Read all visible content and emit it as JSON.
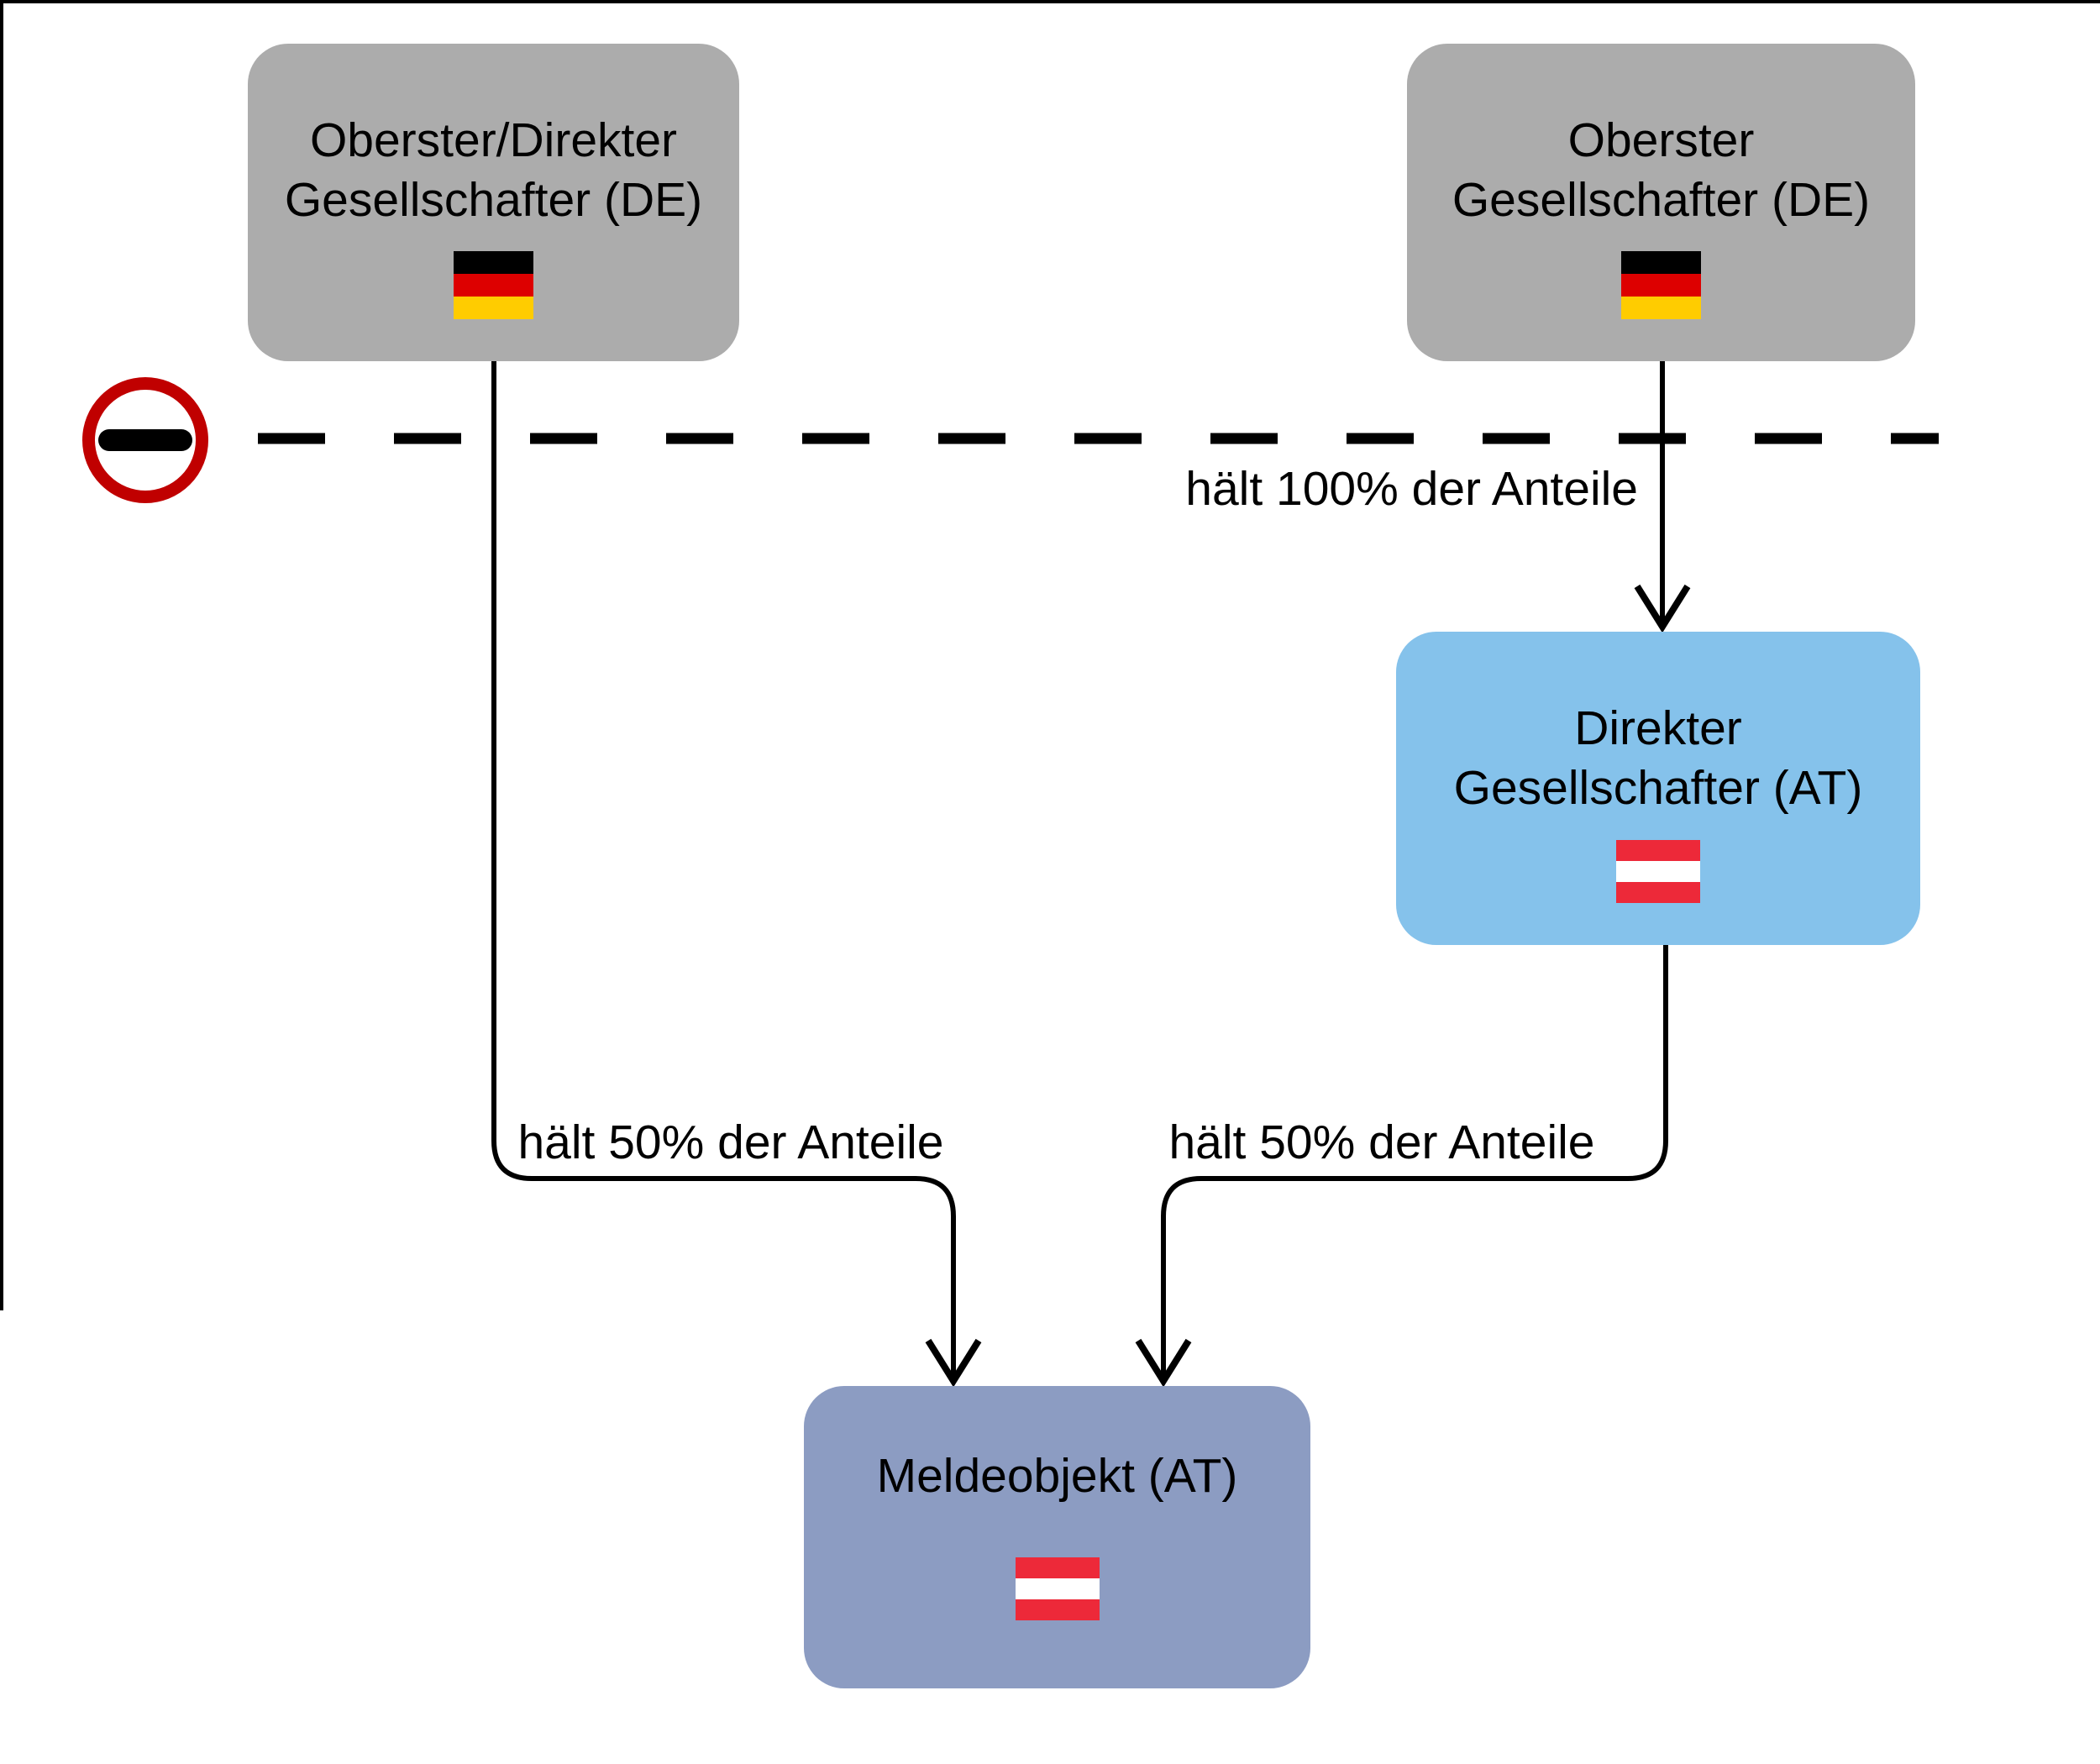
{
  "canvas": {
    "background": "#FFFFFF",
    "frame_color": "#000000"
  },
  "nodes": [
    {
      "id": "oberster-direkter-gesellschafter-de",
      "lines": [
        "Oberster/Direkter",
        "Gesellschafter (DE)"
      ],
      "country": "DE",
      "flag": "germany-flag",
      "fill": "#ACACAC"
    },
    {
      "id": "oberster-gesellschafter-de",
      "lines": [
        "Oberster",
        "Gesellschafter (DE)"
      ],
      "country": "DE",
      "flag": "germany-flag",
      "fill": "#ACACAC"
    },
    {
      "id": "direkter-gesellschafter-at",
      "lines": [
        "Direkter",
        "Gesellschafter (AT)"
      ],
      "country": "AT",
      "flag": "austria-flag",
      "fill": "#85C2EB"
    },
    {
      "id": "meldeobjekt-at",
      "lines": [
        "Meldeobjekt (AT)"
      ],
      "country": "AT",
      "flag": "austria-flag",
      "fill": "#8C9CC2"
    }
  ],
  "edges": [
    {
      "from": "oberster-gesellschafter-de",
      "to": "direkter-gesellschafter-at",
      "label": "hält 100% der Anteile"
    },
    {
      "from": "oberster-direkter-gesellschafter-de",
      "to": "meldeobjekt-at",
      "label": "hält 50% der Anteile"
    },
    {
      "from": "direkter-gesellschafter-at",
      "to": "meldeobjekt-at",
      "label": "hält 50% der Anteile"
    }
  ],
  "country_border": {
    "style": "dashed",
    "color": "#000000",
    "icon": "no-entry-icon",
    "icon_ring_color": "#C00000",
    "icon_bar_color": "#000000"
  },
  "flag_colors": {
    "germany": [
      "#000000",
      "#DD0000",
      "#FFCC00"
    ],
    "austria": [
      "#ED2939",
      "#FFFFFF",
      "#ED2939"
    ]
  }
}
